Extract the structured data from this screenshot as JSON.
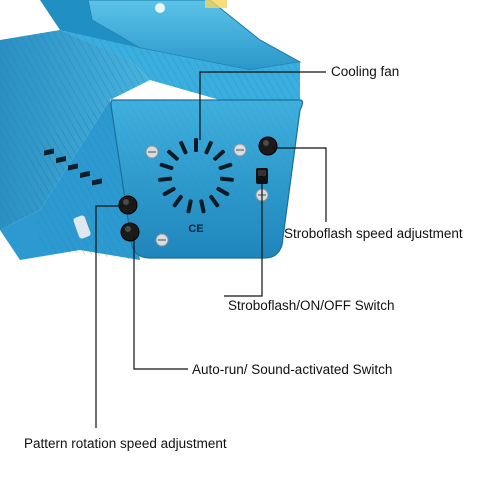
{
  "labels": {
    "cooling_fan": "Cooling fan",
    "stroboflash_speed": "Stroboflash speed adjustment",
    "stroboflash_switch": "Stroboflash/ON/OFF Switch",
    "autorun_switch": "Auto-run/ Sound-activated Switch",
    "pattern_rotation": "Pattern rotation speed adjustment"
  },
  "device": {
    "ce_mark": "CE",
    "body_color": "#2a9fd0"
  },
  "icons": [
    "cooling-fan-vent-icon",
    "knob-icon",
    "toggle-switch-icon",
    "screw-icon"
  ]
}
